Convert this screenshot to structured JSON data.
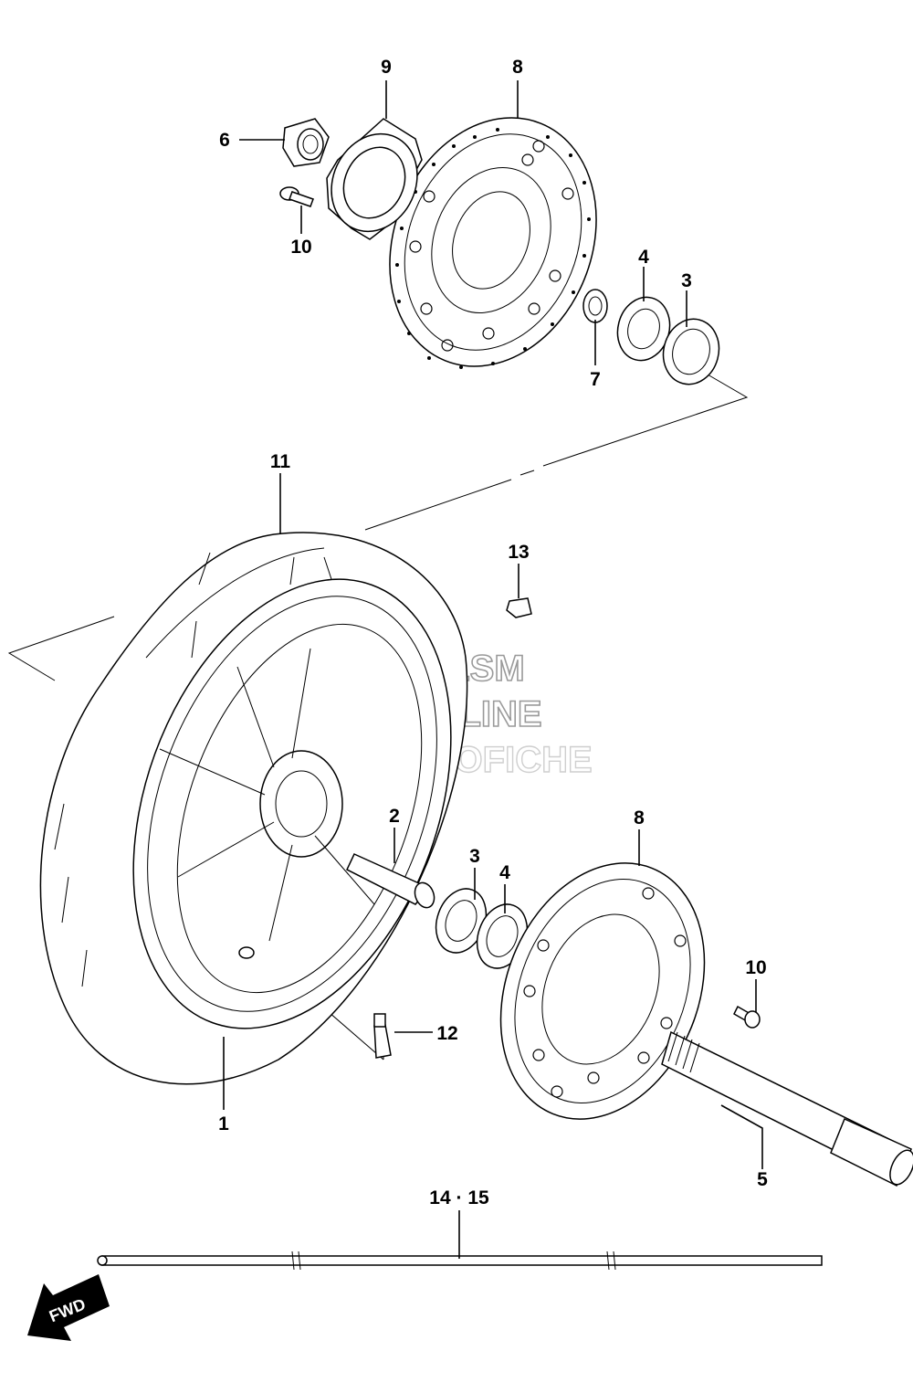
{
  "callouts": {
    "c1": "1",
    "c2": "2",
    "c3a": "3",
    "c3b": "3",
    "c4a": "4",
    "c4b": "4",
    "c5": "5",
    "c6": "6",
    "c7": "7",
    "c8a": "8",
    "c8b": "8",
    "c9": "9",
    "c10a": "10",
    "c10b": "10",
    "c11": "11",
    "c12": "12",
    "c13": "13",
    "c14_15": "14 · 15"
  },
  "watermark": {
    "line1": "HLSM",
    "line2": "ONLINE",
    "line3": "MICROFICHE"
  },
  "direction_arrow": {
    "label": "FWD",
    "icon": "fwd-arrow-icon"
  }
}
